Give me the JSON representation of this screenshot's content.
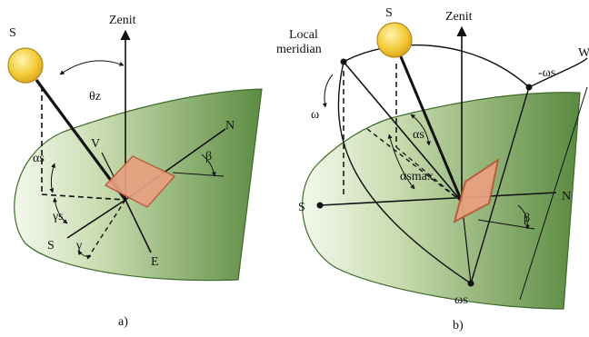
{
  "figure_a": {
    "caption": "a)",
    "labels": {
      "sun": "S",
      "zenith": "Zenit",
      "zenith_angle": "θz",
      "altitude": "αs",
      "vertical": "V",
      "north": "N",
      "tilt": "β",
      "azimuth_sun": "γs",
      "south": "S",
      "azimuth_surface": "γ",
      "east": "E"
    }
  },
  "figure_b": {
    "caption": "b)",
    "labels": {
      "sun": "S",
      "zenith": "Zenit",
      "local_meridian_1": "Local",
      "local_meridian_2": "meridian",
      "hour_angle": "ω",
      "altitude": "αs",
      "altitude_max": "αsmax",
      "south": "S",
      "north": "N",
      "tilt": "β",
      "sunset_hour": "-ωs",
      "sunrise_hour": "ωs",
      "west": "W"
    }
  },
  "colors": {
    "ground_light": "#f4f8ec",
    "ground_dark": "#5d8c43",
    "panel": "#e8a080",
    "panel_edge": "#b85a3a",
    "sun": "#f3cc3a",
    "sun_edge": "#b58a18"
  }
}
